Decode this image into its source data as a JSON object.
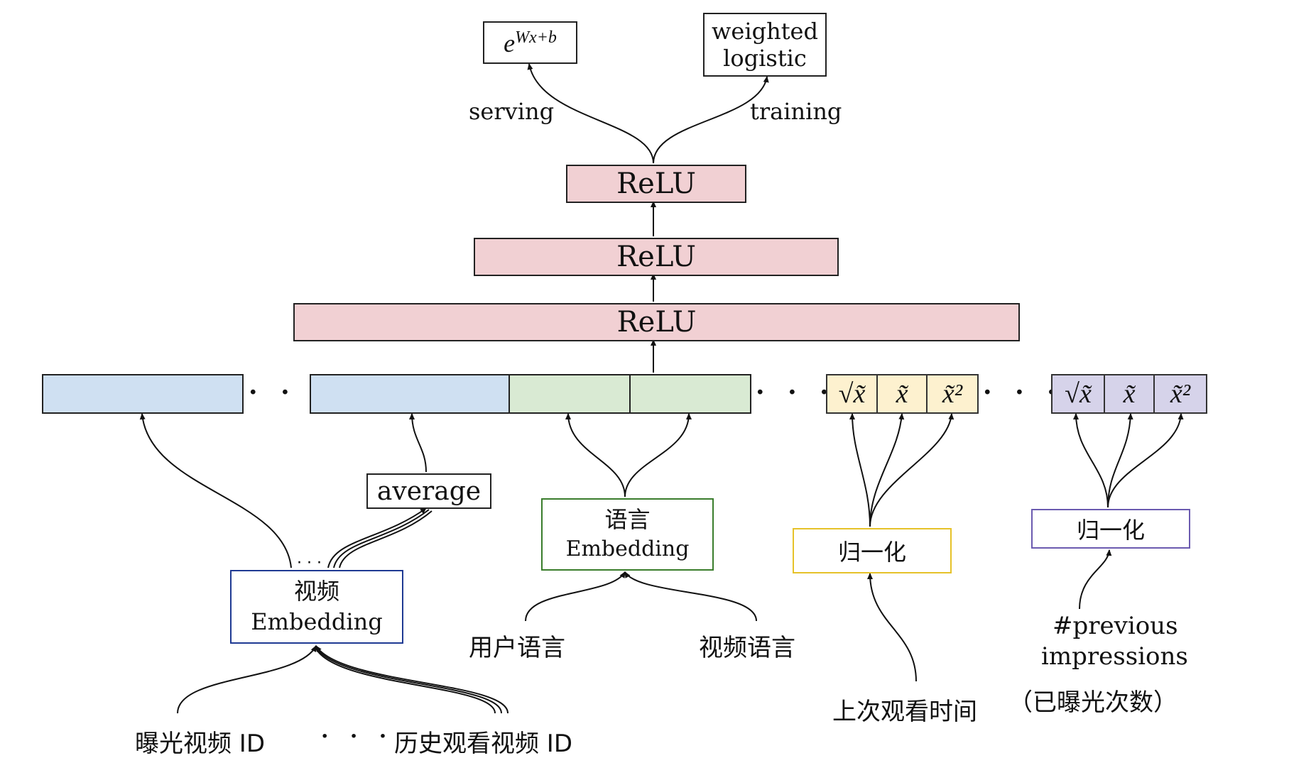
{
  "output": {
    "serving_formula": "e^{Wx+b}",
    "serving_base": "e",
    "serving_exp": "Wx+b",
    "training_box": [
      "weighted",
      "logistic"
    ],
    "serving_label": "serving",
    "training_label": "training"
  },
  "layers": [
    "ReLU",
    "ReLU",
    "ReLU"
  ],
  "ellipsis": "· · ·",
  "transforms": {
    "sqrt": "√x̃",
    "tilde": "x̃",
    "square": "x̃²"
  },
  "average_label": "average",
  "video_embedding": {
    "line1": "视频",
    "line2": "Embedding"
  },
  "language_embedding": {
    "line1": "语言",
    "line2": "Embedding"
  },
  "normalize_yellow": "归一化",
  "normalize_purple": "归一化",
  "inputs": {
    "impression_video_id": "曝光视频 ID",
    "watch_history_video_id": "历史观看视频 ID",
    "user_language": "用户语言",
    "video_language": "视频语言",
    "time_since_last_watch": "上次观看时间",
    "previous_impressions_en": [
      "#previous",
      "impressions"
    ],
    "previous_impressions_cn": "（已曝光次数）"
  },
  "colors": {
    "relu": "#f1d0d3",
    "video_feature": "#cfe0f2",
    "language_feature": "#d9ead3",
    "time_feature": "#fdf1cf",
    "impression_feature": "#d6d3ea",
    "video_embedding_border": "#1f3a93",
    "language_embedding_border": "#3a7d2c",
    "normalize_yellow_border": "#e6c229",
    "normalize_purple_border": "#6b5bb0"
  }
}
